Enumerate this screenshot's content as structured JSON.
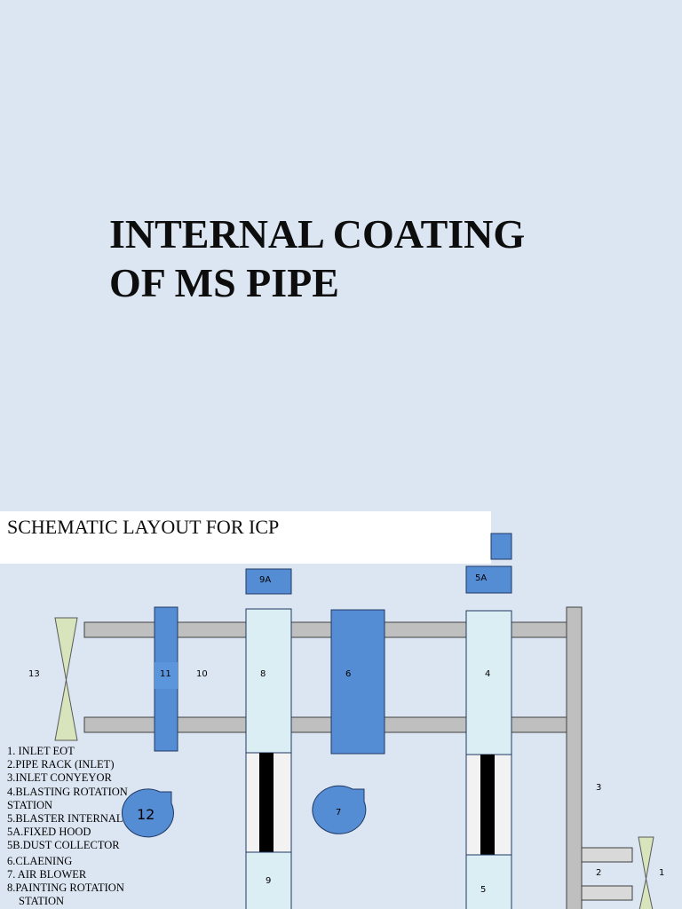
{
  "title": {
    "line1": "INTERNAL COATING",
    "line2": "OF MS PIPE"
  },
  "schematic": {
    "heading": "SCHEMATIC LAYOUT FOR ICP",
    "colors": {
      "blue_box": "#548dd4",
      "light_box": "#dbeef3",
      "rail": "#bfbfbf",
      "eot": "#d7e4bc",
      "background": "#dce6f2"
    },
    "labels": {
      "n1": "1",
      "n2": "2",
      "n3": "3",
      "n4": "4",
      "n5": "5",
      "n5a": "5A",
      "n6": "6",
      "n7": "7",
      "n8": "8",
      "n9": "9",
      "n9a": "9A",
      "n10": "10",
      "n11": "11",
      "n12": "12",
      "n13": "13"
    },
    "legend": [
      "1. INLET EOT",
      "2.PIPE RACK (INLET)",
      "3.INLET CONYEYOR",
      "4.BLASTING ROTATION",
      "STATION",
      "5.BLASTER INTERNAL",
      "5A.FIXED HOOD",
      "5B.DUST COLLECTOR",
      "6.CLAENING",
      "7. AIR BLOWER",
      "8.PAINTING ROTATION",
      "STATION"
    ]
  }
}
